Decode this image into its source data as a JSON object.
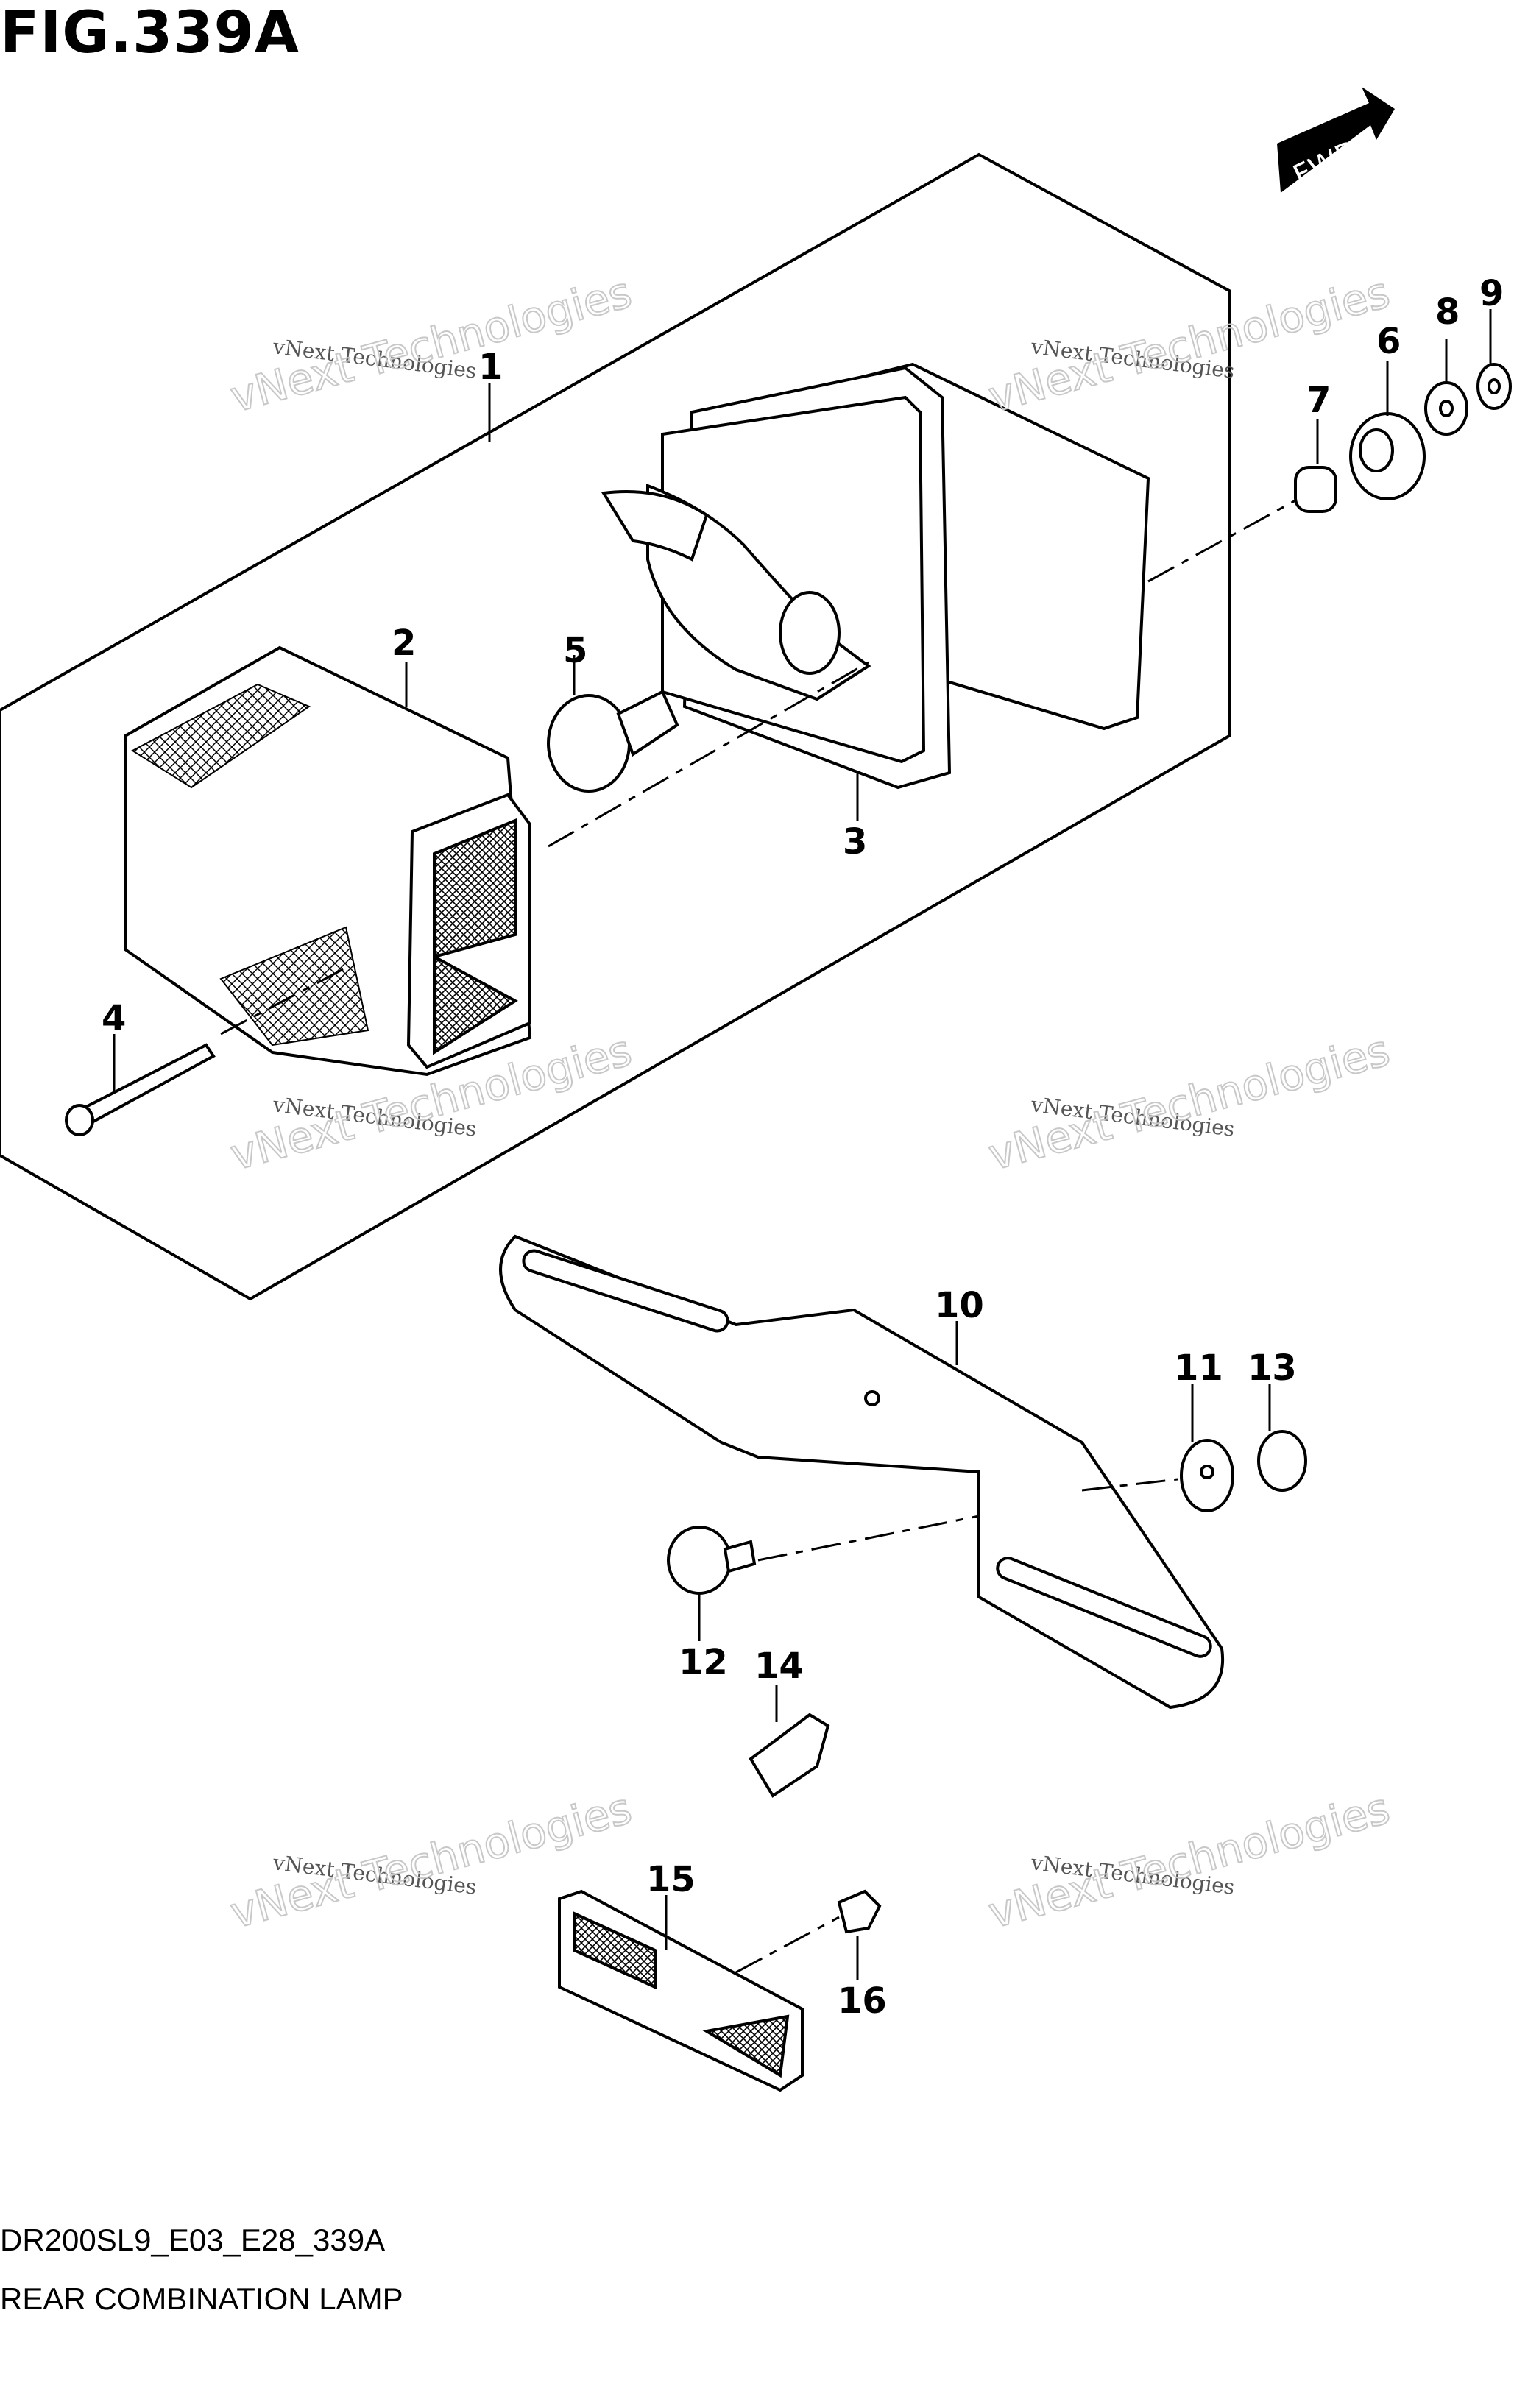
{
  "figure": {
    "title": "FIG.339A",
    "code": "DR200SL9_E03_E28_339A",
    "name": "REAR COMBINATION LAMP"
  },
  "direction_marker": {
    "label": "FWD"
  },
  "watermark": {
    "line1": "vNext Technologies",
    "line2": "vNext Technologies"
  },
  "callouts": [
    "1",
    "2",
    "3",
    "4",
    "5",
    "6",
    "7",
    "8",
    "9",
    "10",
    "11",
    "12",
    "13",
    "14",
    "15",
    "16"
  ],
  "colors": {
    "ink": "#000000",
    "paper": "#ffffff",
    "watermark": "#c8c8c8"
  }
}
